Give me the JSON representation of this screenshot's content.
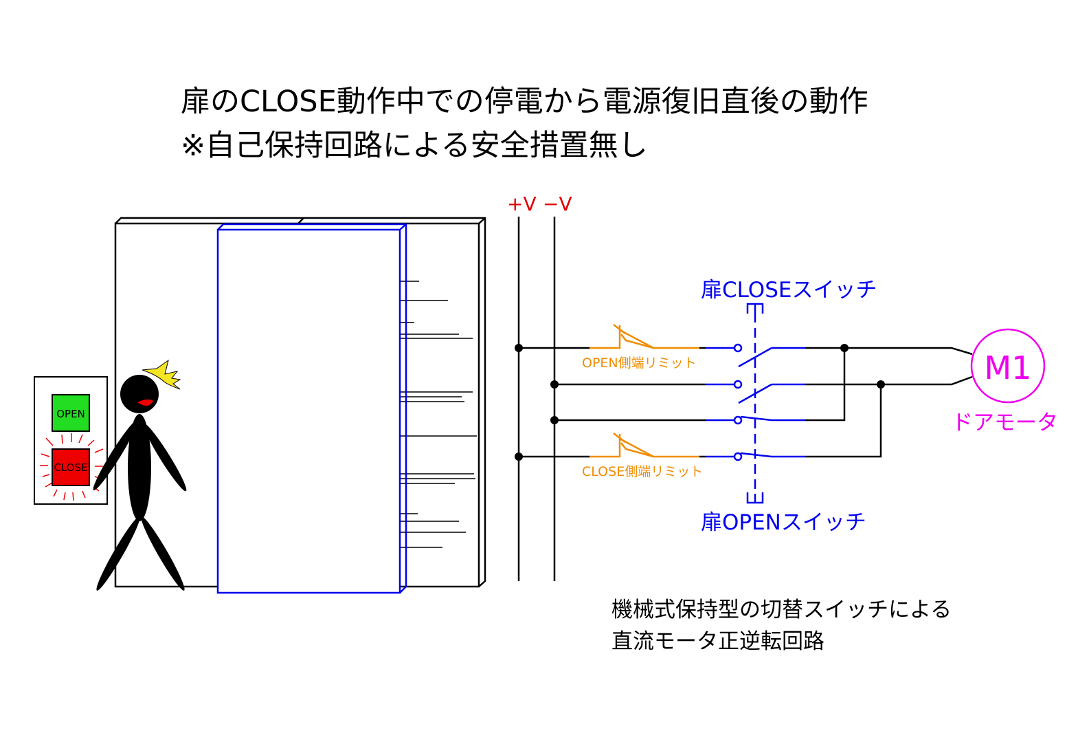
{
  "title": {
    "line1": "扉のCLOSE動作中での停電から電源復旧直後の動作",
    "line2": "※自己保持回路による安全措置無し"
  },
  "rails": {
    "plus": "+V",
    "minus": "−V"
  },
  "panel": {
    "open": "OPEN",
    "close": "CLOSE"
  },
  "labels": {
    "close_switch": "扉CLOSEスイッチ",
    "open_switch": "扉OPENスイッチ",
    "open_limit": "OPEN側端リミット",
    "close_limit": "CLOSE側端リミット",
    "motor": "M1",
    "motor_name": "ドアモータ"
  },
  "caption": {
    "line1": "機械式保持型の切替スイッチによる",
    "line2": "直流モータ正逆転回路"
  },
  "colors": {
    "rail_label": "#e00000",
    "switch": "#0000ee",
    "limit": "#f08c00",
    "motor": "#ee00ee",
    "open_btn": "#22dd22",
    "close_btn": "#ee0000"
  }
}
